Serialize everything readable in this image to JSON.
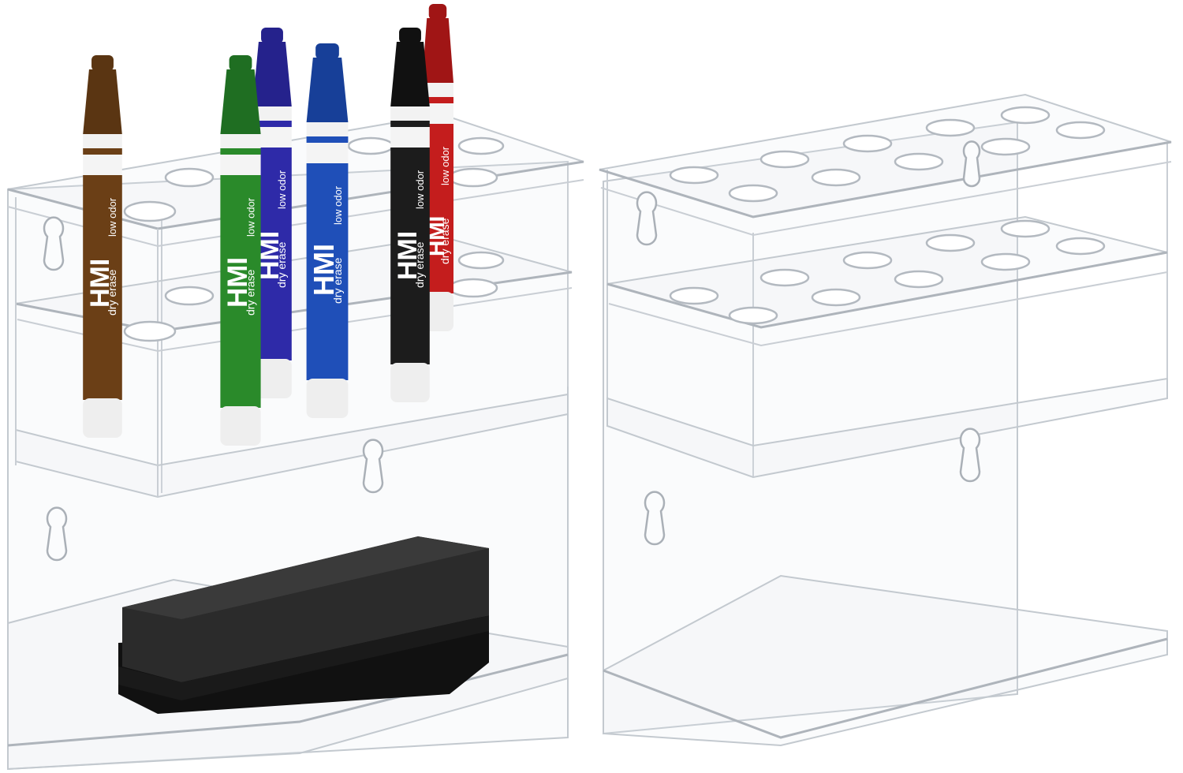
{
  "scene": {
    "description_items": [
      "left-organizer",
      "right-organizer"
    ],
    "background": "#ffffff"
  },
  "markers": [
    {
      "color": "#6b3f16",
      "cap": "#5a3512",
      "brand": "HMI",
      "tag": "low odor",
      "sub": "dry erase",
      "chisel": "chisel"
    },
    {
      "color": "#2a8a2a",
      "cap": "#1f6e22",
      "brand": "HMI",
      "tag": "low odor",
      "sub": "dry erase",
      "chisel": "chisel"
    },
    {
      "color": "#2e2aa8",
      "cap": "#25228c",
      "brand": "HMI",
      "tag": "low odor",
      "sub": "dry erase",
      "chisel": "chisel"
    },
    {
      "color": "#1f4fb8",
      "cap": "#173f98",
      "brand": "HMI",
      "tag": "low odor",
      "sub": "dry erase",
      "chisel": "chisel"
    },
    {
      "color": "#1c1c1c",
      "cap": "#111111",
      "brand": "HMI",
      "tag": "low odor",
      "sub": "dry erase",
      "chisel": "chisel"
    },
    {
      "color": "#c41d1d",
      "cap": "#a01515",
      "brand": "HMI",
      "tag": "low odor",
      "sub": "dry erase",
      "chisel": "chisel"
    }
  ],
  "colors": {
    "acrylic_edge": "#c3c9cf",
    "eraser_top": "#2b2b2b",
    "eraser_base": "#111111"
  }
}
